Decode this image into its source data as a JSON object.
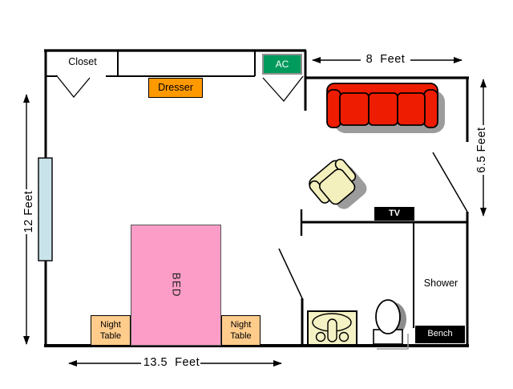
{
  "labels": {
    "closet": "Closet",
    "dresser": "Dresser",
    "ac": "AC",
    "bed": "BED",
    "night_table": "Night Table",
    "tv": "TV",
    "shower": "Shower",
    "bench": "Bench"
  },
  "dimensions": {
    "top": "8  Feet",
    "bottom": "13.5  Feet",
    "left": "12 Feet",
    "right": "6.5 Feet"
  },
  "colors": {
    "wall": "#000000",
    "couch": "#ee1c00",
    "bed": "#fc9dc7",
    "dresser": "#ff9900",
    "night_table": "#ffcc8c",
    "ac_unit": "#009a5c",
    "window": "#c9e3eb",
    "chair": "#f4f0be",
    "sink": "#f4f1c4",
    "shadow": "#9c9c9c",
    "tv_bench": "#000000"
  }
}
